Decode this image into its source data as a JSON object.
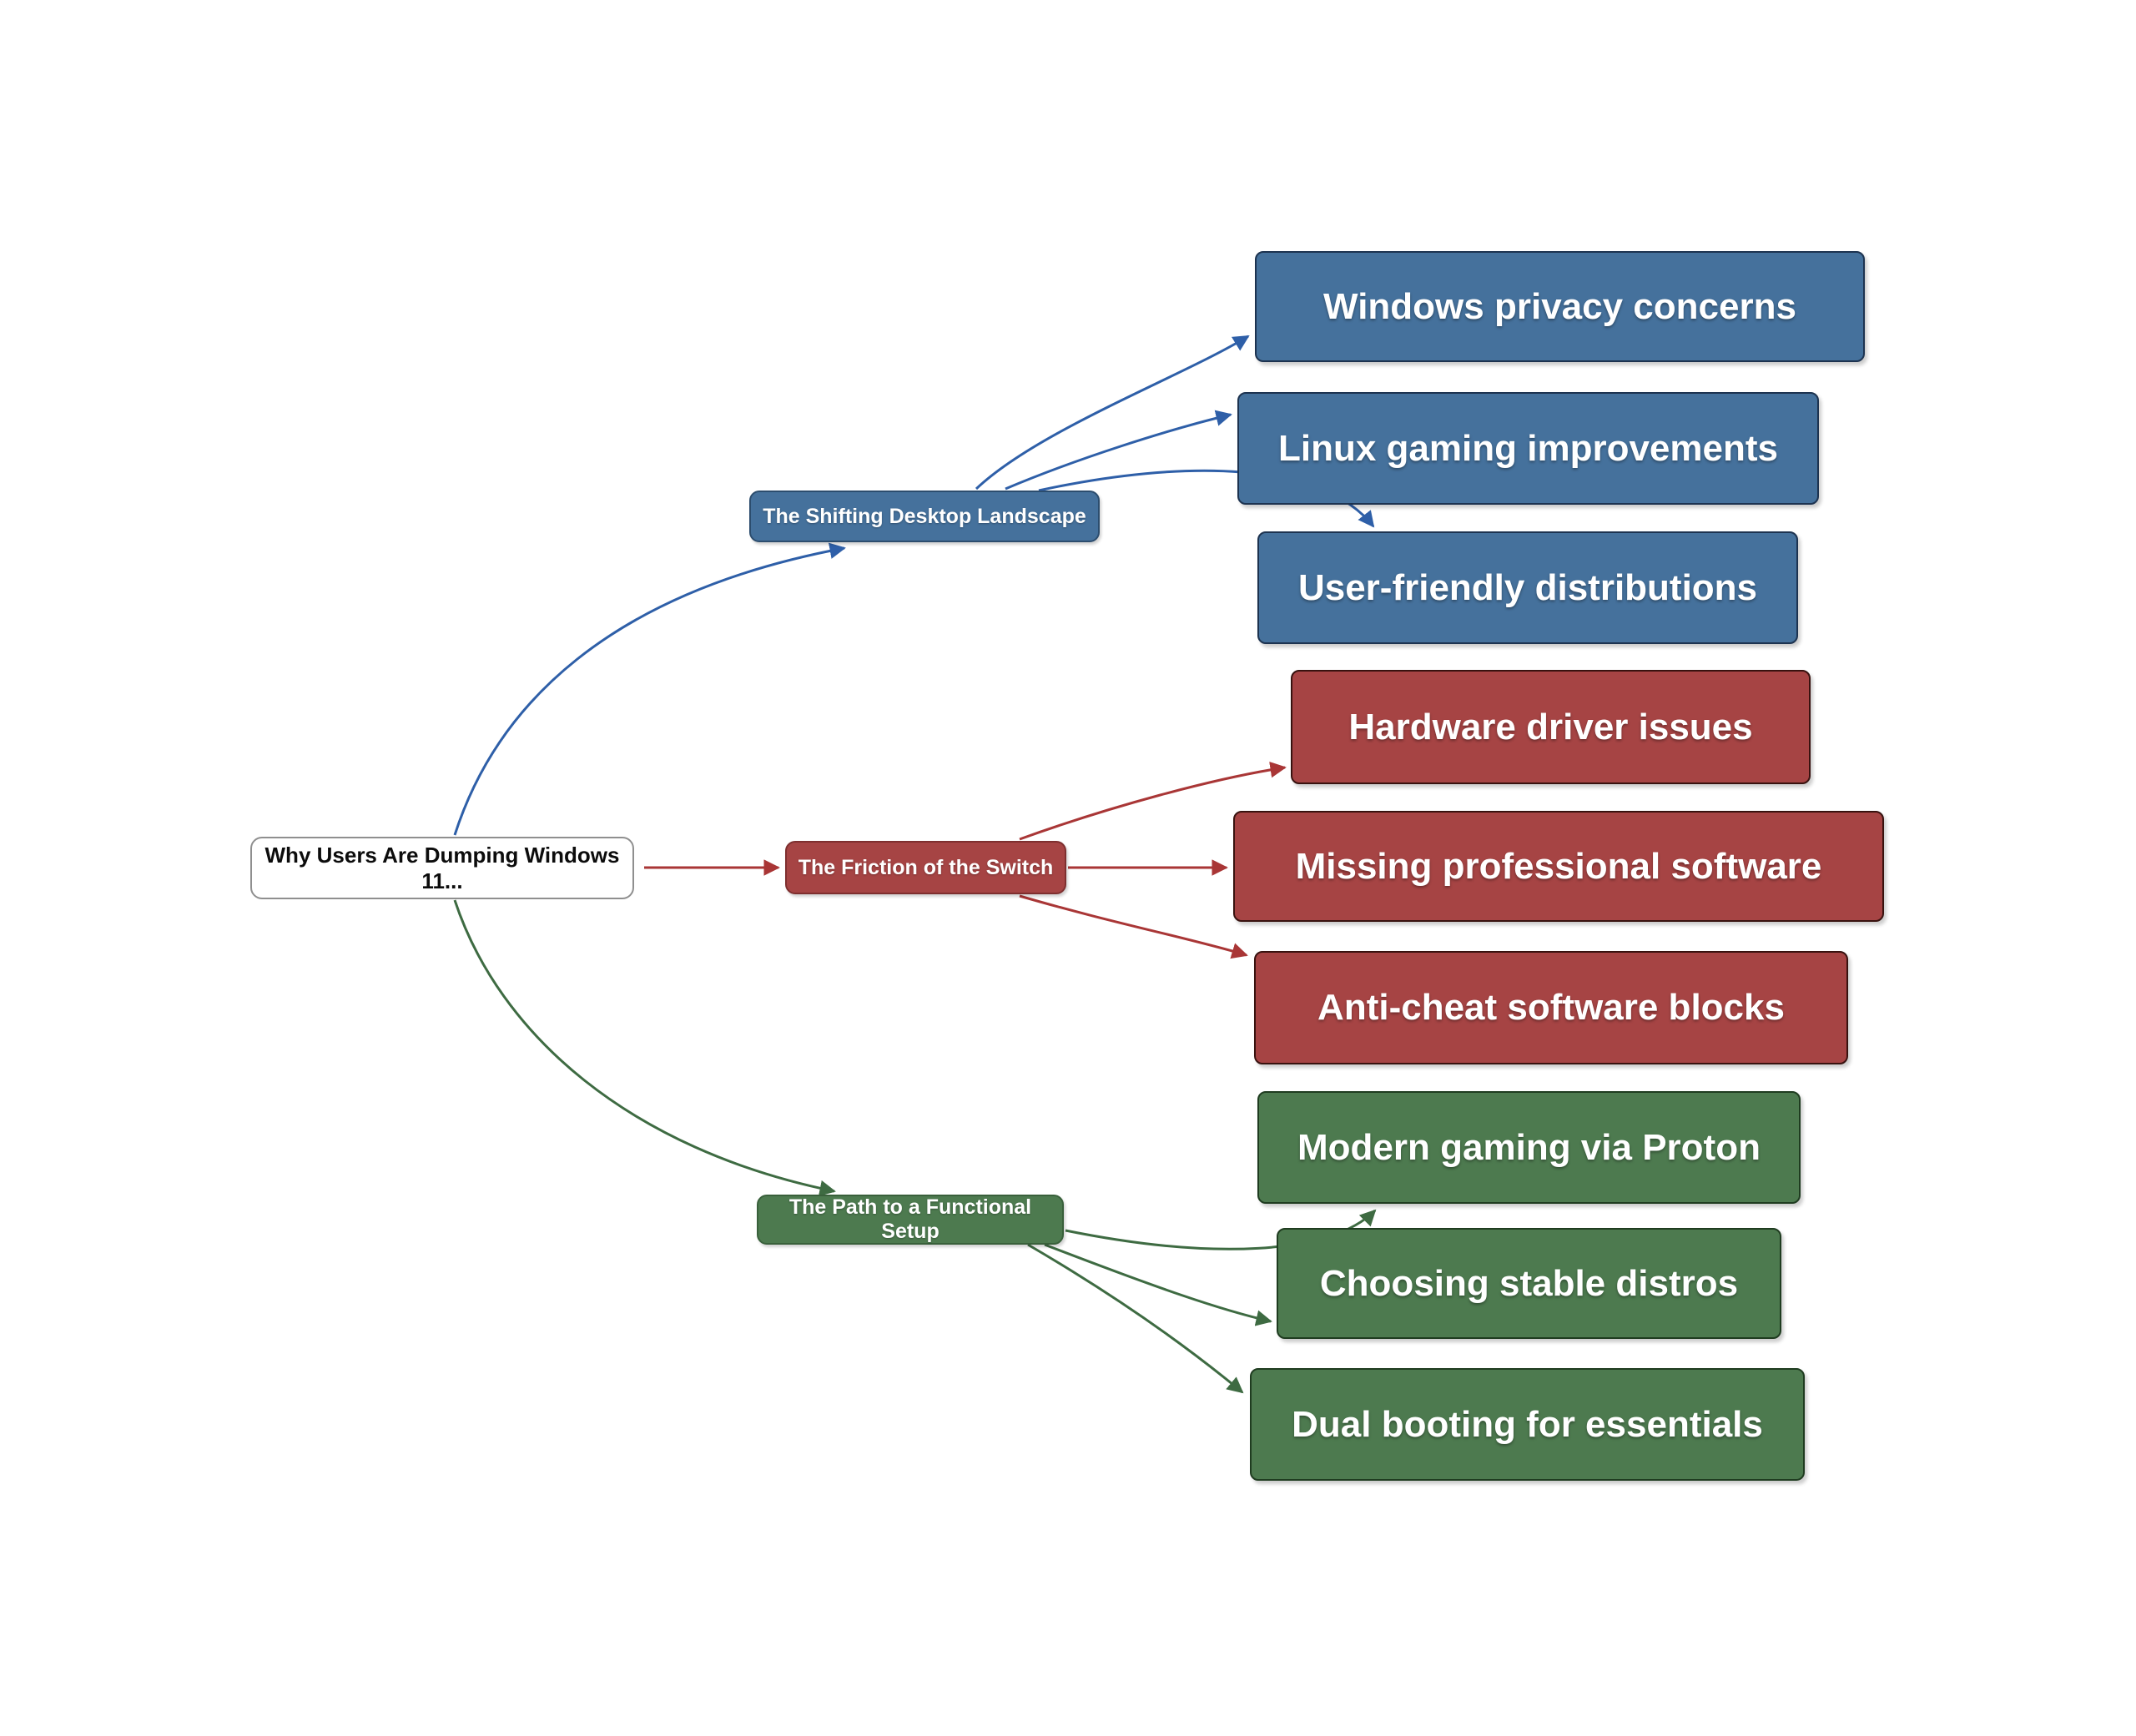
{
  "mindmap": {
    "root": {
      "label": "Why Users Are Dumping Windows 11..."
    },
    "branches": [
      {
        "label": "The Shifting Desktop Landscape",
        "color": "#45719c",
        "edge_color": "#2e5fa8",
        "children": [
          "Windows privacy concerns",
          "Linux gaming improvements",
          "User-friendly distributions"
        ]
      },
      {
        "label": "The Friction of the Switch",
        "color": "#a64444",
        "edge_color": "#a93636",
        "children": [
          "Hardware driver issues",
          "Missing professional software",
          "Anti-cheat software blocks"
        ]
      },
      {
        "label": "The Path to a Functional Setup",
        "color": "#4d7a4f",
        "edge_color": "#3e6b42",
        "children": [
          "Modern gaming via Proton",
          "Choosing stable distros",
          "Dual booting for essentials"
        ]
      }
    ],
    "colors": {
      "background": "#ffffff",
      "root_fill": "#ffffff",
      "root_border": "#8f8f8f",
      "text_on_color": "#ffffff",
      "root_text": "#0c0c0c"
    }
  }
}
